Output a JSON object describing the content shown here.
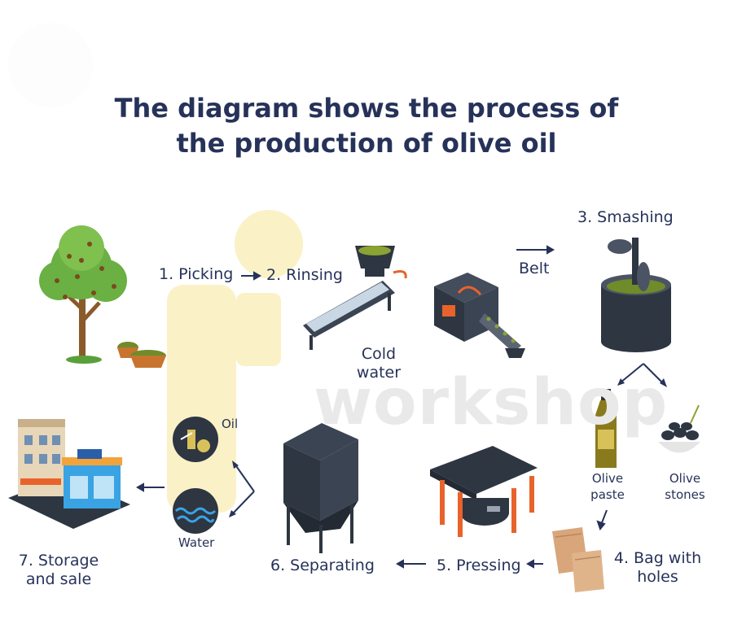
{
  "title": {
    "line1": "The diagram shows the process of",
    "line2": "the production of olive oil"
  },
  "watermark": "workshop",
  "steps": {
    "picking": "1. Picking",
    "rinsing": "2. Rinsing",
    "smashing": "3. Smashing",
    "bag": {
      "line1": "4. Bag with",
      "line2": "holes"
    },
    "pressing": "5. Pressing",
    "separating": "6. Separating",
    "storage": {
      "line1": "7. Storage",
      "line2": "and sale"
    }
  },
  "labels": {
    "belt": "Belt",
    "cold_water": {
      "line1": "Cold",
      "line2": "water"
    },
    "olive_paste": {
      "line1": "Olive",
      "line2": "paste"
    },
    "olive_stones": {
      "line1": "Olive",
      "line2": "stones"
    },
    "oil": "Oil",
    "water": "Water"
  },
  "colors": {
    "navy": "#263259",
    "dark_machine": "#2e3642",
    "orange": "#e8632b",
    "olive_green": "#6f8b2a",
    "tree_green": "#6ab042",
    "trunk": "#8b5a2b",
    "sack": "#d8a67a",
    "watermark_yellow": "#fbf1c7"
  }
}
